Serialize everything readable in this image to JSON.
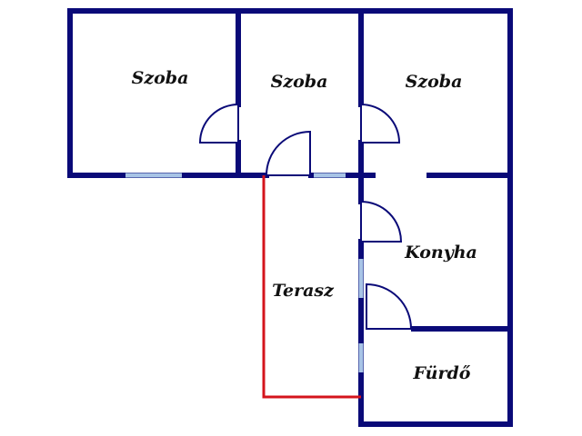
{
  "plan": {
    "rooms": [
      {
        "name": "Szoba"
      },
      {
        "name": "Szoba"
      },
      {
        "name": "Szoba"
      },
      {
        "name": "Konyha"
      },
      {
        "name": "Terasz"
      },
      {
        "name": "Fürdő"
      }
    ]
  },
  "colors": {
    "wall": "#0a0a78",
    "terrace_edge": "#d4141c",
    "window": "#a8c4e6",
    "background": "#ffffff"
  }
}
